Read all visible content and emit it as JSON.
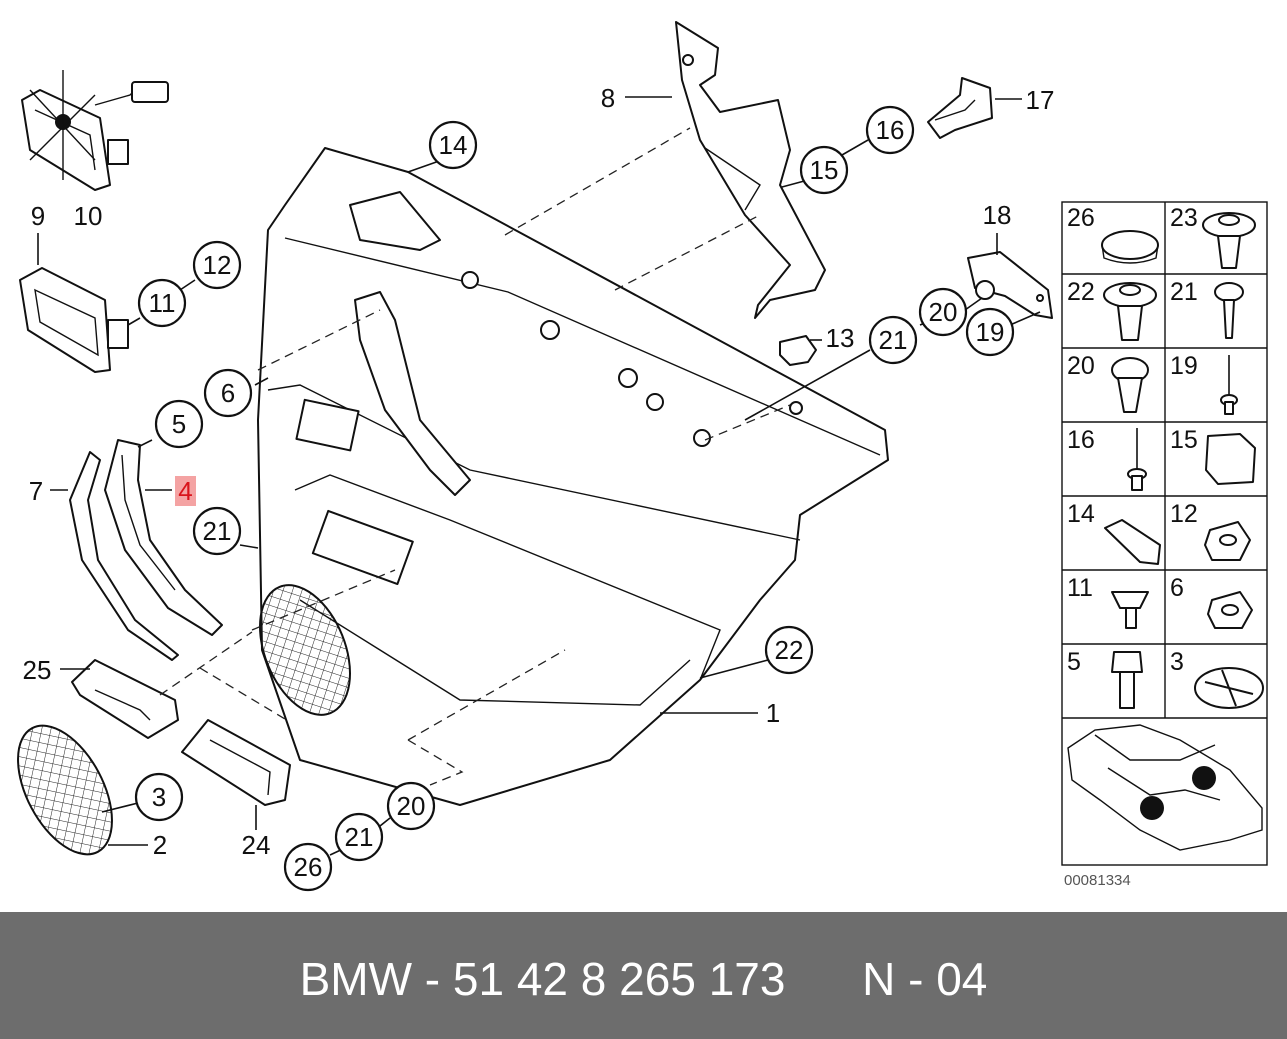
{
  "diagram": {
    "callouts": [
      {
        "id": "c1",
        "label": "1"
      },
      {
        "id": "c2",
        "label": "2"
      },
      {
        "id": "c3",
        "label": "3"
      },
      {
        "id": "c4",
        "label": "4",
        "highlighted": true
      },
      {
        "id": "c5",
        "label": "5"
      },
      {
        "id": "c6",
        "label": "6"
      },
      {
        "id": "c7",
        "label": "7"
      },
      {
        "id": "c8",
        "label": "8"
      },
      {
        "id": "c9",
        "label": "9"
      },
      {
        "id": "c10",
        "label": "10"
      },
      {
        "id": "c11",
        "label": "11"
      },
      {
        "id": "c12",
        "label": "12"
      },
      {
        "id": "c13",
        "label": "13"
      },
      {
        "id": "c14",
        "label": "14"
      },
      {
        "id": "c15",
        "label": "15"
      },
      {
        "id": "c16",
        "label": "16"
      },
      {
        "id": "c17",
        "label": "17"
      },
      {
        "id": "c18",
        "label": "18"
      },
      {
        "id": "c19",
        "label": "19"
      },
      {
        "id": "c20a",
        "label": "20"
      },
      {
        "id": "c20b",
        "label": "20"
      },
      {
        "id": "c21a",
        "label": "21"
      },
      {
        "id": "c21b",
        "label": "21"
      },
      {
        "id": "c22",
        "label": "22"
      },
      {
        "id": "c23",
        "label": "23"
      },
      {
        "id": "c24",
        "label": "24"
      },
      {
        "id": "c25",
        "label": "25"
      },
      {
        "id": "c26",
        "label": "26"
      }
    ],
    "fastener_table": [
      [
        "26",
        "23"
      ],
      [
        "22",
        "21"
      ],
      [
        "20",
        "19"
      ],
      [
        "16",
        "15"
      ],
      [
        "14",
        "12"
      ],
      [
        "11",
        "6"
      ],
      [
        "5",
        "3"
      ]
    ],
    "highlight_color": "#f4a3a3",
    "doc_number": "00081334"
  },
  "footer": {
    "text": "BMW - 51 42 8 265 173      N - 04",
    "background": "#6d6d6d",
    "color": "#ffffff"
  }
}
